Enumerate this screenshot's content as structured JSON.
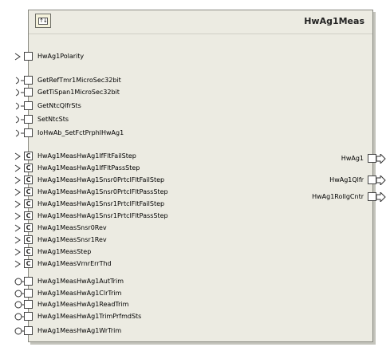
{
  "component": {
    "title": "HwAg1Meas",
    "header_icon": "port-toggle-icon"
  },
  "left_ports": [
    {
      "label": "HwAg1Polarity",
      "kind": "sender-receiver",
      "marker": ""
    },
    {
      "label": "GetRefTmr1MicroSec32bit",
      "kind": "client-server",
      "marker": ""
    },
    {
      "label": "GetTiSpan1MicroSec32bit",
      "kind": "client-server",
      "marker": ""
    },
    {
      "label": "GetNtcQlfrSts",
      "kind": "client-server",
      "marker": ""
    },
    {
      "label": "SetNtcSts",
      "kind": "client-server",
      "marker": ""
    },
    {
      "label": "IoHwAb_SetFctPrphlHwAg1",
      "kind": "client-server",
      "marker": ""
    },
    {
      "label": "HwAg1MeasHwAg1IfFltFailStep",
      "kind": "calibration",
      "marker": "C"
    },
    {
      "label": "HwAg1MeasHwAg1IfFltPassStep",
      "kind": "calibration",
      "marker": "C"
    },
    {
      "label": "HwAg1MeasHwAg1Snsr0PrtclFltFailStep",
      "kind": "calibration",
      "marker": "C"
    },
    {
      "label": "HwAg1MeasHwAg1Snsr0PrtclFltPassStep",
      "kind": "calibration",
      "marker": "C"
    },
    {
      "label": "HwAg1MeasHwAg1Snsr1PrtclFltFailStep",
      "kind": "calibration",
      "marker": "C"
    },
    {
      "label": "HwAg1MeasHwAg1Snsr1PrtclFltPassStep",
      "kind": "calibration",
      "marker": "C"
    },
    {
      "label": "HwAg1MeasSnsr0Rev",
      "kind": "calibration",
      "marker": "C"
    },
    {
      "label": "HwAg1MeasSnsr1Rev",
      "kind": "calibration",
      "marker": "C"
    },
    {
      "label": "HwAg1MeasStep",
      "kind": "calibration",
      "marker": "C"
    },
    {
      "label": "HwAg1MeasVrnrErrThd",
      "kind": "calibration",
      "marker": "C"
    },
    {
      "label": "HwAg1MeasHwAg1AutTrim",
      "kind": "nvm",
      "marker": ""
    },
    {
      "label": "HwAg1MeasHwAg1ClrTrim",
      "kind": "nvm",
      "marker": ""
    },
    {
      "label": "HwAg1MeasHwAg1ReadTrim",
      "kind": "nvm",
      "marker": ""
    },
    {
      "label": "HwAg1MeasHwAg1TrimPrfmdSts",
      "kind": "nvm",
      "marker": ""
    },
    {
      "label": "HwAg1MeasHwAg1WrTrim",
      "kind": "nvm",
      "marker": ""
    }
  ],
  "right_ports": [
    {
      "label": "HwAg1",
      "kind": "sender"
    },
    {
      "label": "HwAg1Qlfr",
      "kind": "sender"
    },
    {
      "label": "HwAg1RollgCntr",
      "kind": "sender"
    }
  ]
}
